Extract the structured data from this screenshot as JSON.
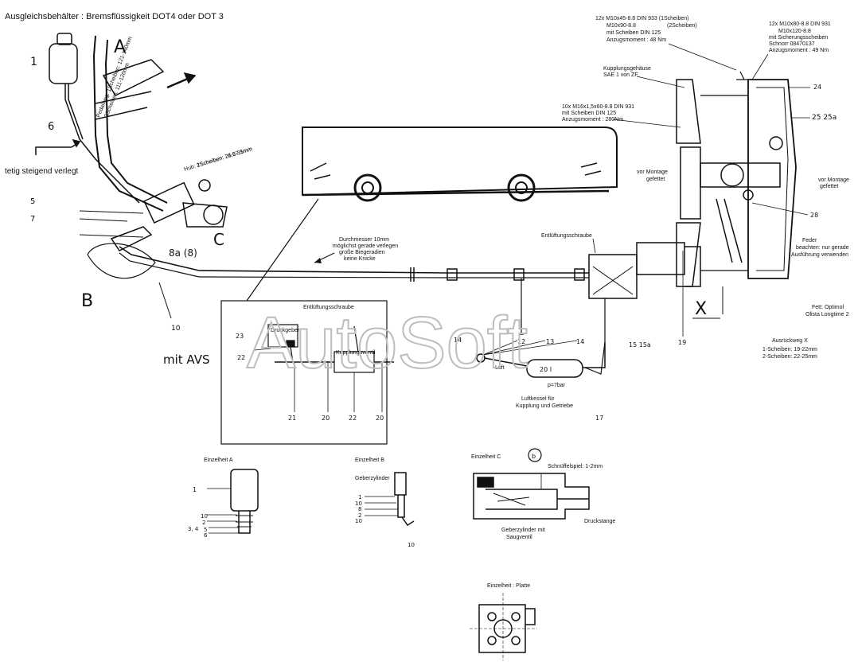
{
  "header": {
    "title": "Ausgleichsbehälter : Bremsflüssigkeit DOT4 oder DOT 3"
  },
  "watermark": "AutoSoft",
  "labels": {
    "reservoir_num": "1",
    "letter_a": "A",
    "pedal_stroke_1": "Pedalweg: 1Scheiben: 121-140mm",
    "pedal_stroke_2": "2Scheiben: 111-120mm",
    "num_6": "6",
    "route_note": "tetig steigend verlegt",
    "hub_1": "Hub: 1Scheiben: 28,5-31mm",
    "hub_2": "2Scheiben: 24-27,5mm",
    "num_5": "5",
    "num_7": "7",
    "letter_c": "C",
    "num_8a8": "8a (8)",
    "letter_b": "B",
    "num_10": "10",
    "bolts_tl_1": "12x M10x45-8.8 DIN 933 (1Scheiben)",
    "bolts_tl_2": "M10x90-8.8",
    "bolts_tl_2b": "(2Scheiben)",
    "bolts_tl_3": "mit Scheiben DIN 125",
    "bolts_tl_4": "Anzugsmoment : 48 Nm",
    "bolts_tr_1": "12x M10x80-8.8 DIN 931",
    "bolts_tr_2": "M10x120-8.8",
    "bolts_tr_3": "mit Sicherungsscheiben",
    "bolts_tr_4": "Schnorr 08470137",
    "bolts_tr_5": "Anzugsmoment : 49 Nm",
    "housing_1": "Kupplungsgehäuse",
    "housing_2": "SAE 1 von ZF",
    "bolts_m_1": "10x M16x1,5x60-8.8 DIN 931",
    "bolts_m_2": "mit Scheiben DIN 125",
    "bolts_m_3": "Anzugsmoment : 280Nm",
    "num_24": "24",
    "num_25": "25 25a",
    "grease_l_1": "vor Montage",
    "grease_l_2": "gefettet",
    "grease_r_1": "vor Montage",
    "grease_r_2": "gefettet",
    "num_28": "28",
    "spring_1": "Feder",
    "spring_2": "beachten: nur gerade",
    "spring_3": "Ausführung verwenden",
    "grease_type_1": "Fett: Optimol",
    "grease_type_2": "Olista Longtime 2",
    "release_1": "Ausrückweg X",
    "release_2": "1-Scheiben: 19-22mm",
    "release_3": "2-Scheiben: 22-25mm",
    "letter_x": "X",
    "num_19": "19",
    "num_1515a": "15 15a",
    "pipe_1": "Durchmesser 10mm",
    "pipe_2": "möglichst gerade verlegen",
    "pipe_3": "große Biegeradien",
    "pipe_4": "keine Knicke",
    "bleed_top": "Entlüftungsschraube",
    "bleed_box": "Entlüftungsschraube",
    "num_14a": "14",
    "num_12": "12",
    "num_13": "13",
    "num_14b": "14",
    "luft": "Luft",
    "num_20": "20",
    "num_20i": "20 I",
    "pressure": "p=7bar",
    "tank_1": "Luftkessel für",
    "tank_2": "Kupplung und Getriebe",
    "num_17": "17",
    "mit_avs": "mit AVS",
    "druckgeber": "Druckgeber",
    "kupplungsventil": "Kupplungsventil",
    "num_23": "23",
    "num_22a": "22",
    "num_21": "21",
    "num_20b": "20",
    "num_22b": "22",
    "num_20c": "20",
    "detail_a": "Einzelheit A",
    "detail_b": "Einzelheit B",
    "detail_c": "Einzelheit C",
    "geberzylinder": "Geberzylinder",
    "schnueffel": "Schnüffelspiel: 1-2mm",
    "druckstange": "Druckstange",
    "geber_mit_1": "Geberzylinder mit",
    "geber_mit_2": "Saugventil",
    "circle_b": "b",
    "detail_plate": "Einzelheit : Platte",
    "a_1": "1",
    "a_10": "10",
    "a_2": "2",
    "a_34": "3, 4",
    "a_5": "5",
    "a_6": "6",
    "b_1": "1",
    "b_10": "10",
    "b_8": "8",
    "b_2": "2",
    "b_10b": "10",
    "b_10c": "10"
  },
  "colors": {
    "ink": "#111111",
    "watermark": "#bdbdbd"
  }
}
